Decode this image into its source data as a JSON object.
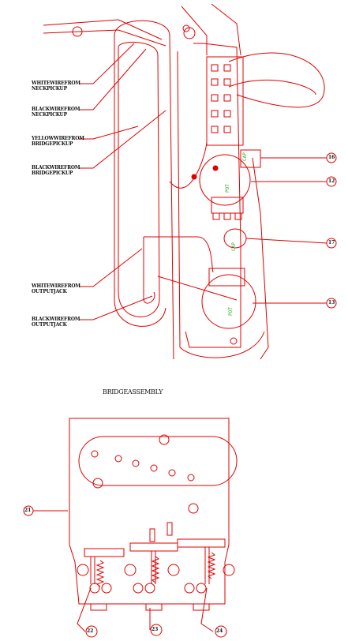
{
  "wiring": {
    "labels": [
      {
        "line1": "WHITEWIREFROM",
        "line2": "NECKPICKUP"
      },
      {
        "line1": "BLACKWIREFROM",
        "line2": "NECKPICKUP"
      },
      {
        "line1": "YELLOWWIREFROM",
        "line2": "BRIDGEPICKUP"
      },
      {
        "line1": "BLACKWIREFROM",
        "line2": "BRIDGEPICKUP"
      },
      {
        "line1": "WHITEWIREFROM",
        "line2": "OUTPUTJACK"
      },
      {
        "line1": "BLACKWIREFROM",
        "line2": "OUTPUTJACK"
      }
    ],
    "callouts": [
      "16",
      "12",
      "17",
      "13"
    ]
  },
  "bridge": {
    "title": "BRIDGEASSEMBLY",
    "callouts": [
      "21",
      "22",
      "23",
      "24"
    ]
  },
  "colors": {
    "line": "#e00000",
    "text": "#111111",
    "green": "#22aa22"
  }
}
